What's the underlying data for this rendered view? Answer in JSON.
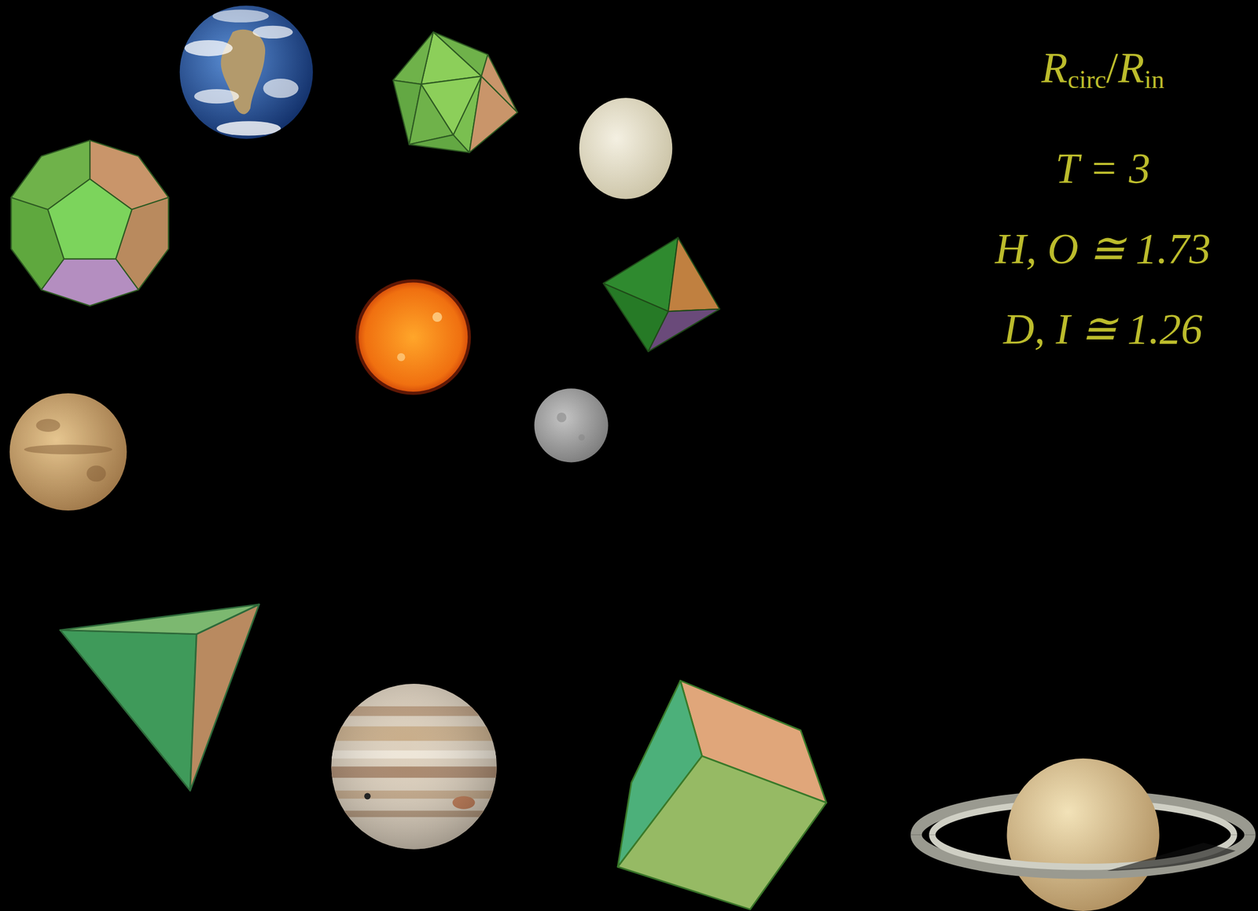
{
  "diagram": {
    "labels": [
      "R",
      "circ",
      "/",
      "R",
      "in",
      "T = 3",
      "H, O ≅ 1.73",
      "D, I ≅ 1.26"
    ]
  }
}
